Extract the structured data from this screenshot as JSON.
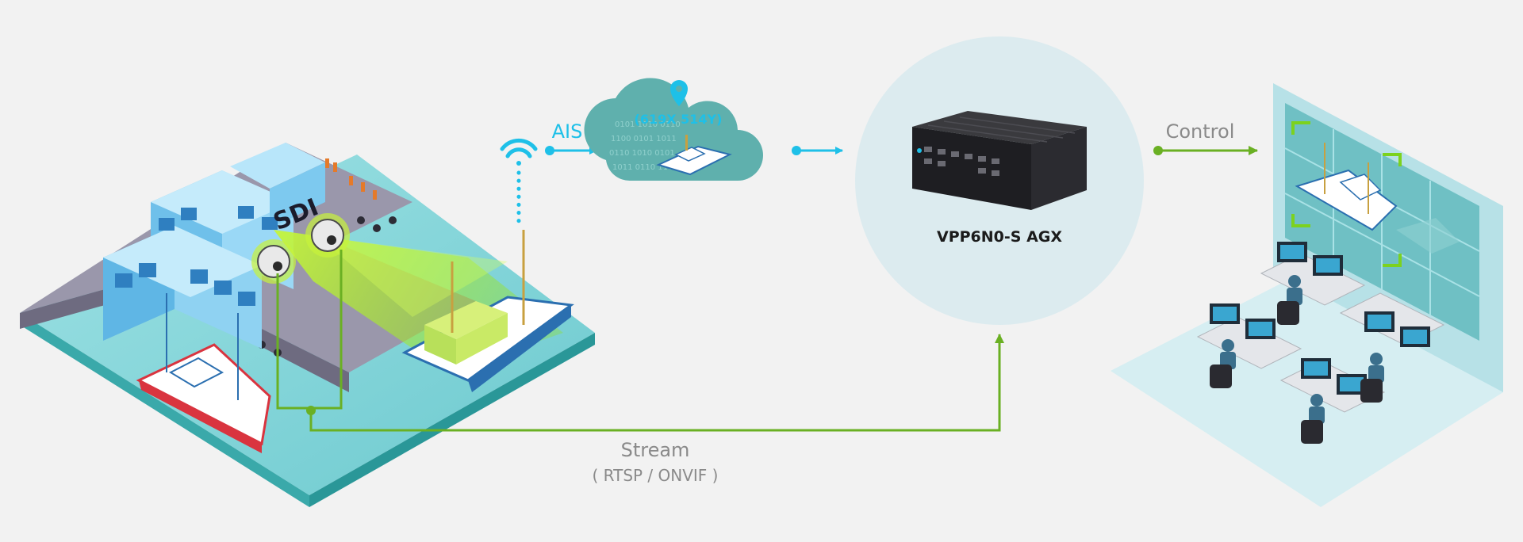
{
  "labels": {
    "ais": "AIS",
    "coordinates": "(619X 514Y)",
    "device_name": "VPP6N0-S AGX",
    "control": "Control",
    "stream": "Stream",
    "stream_protocols": "( RTSP / ONVIF )",
    "building_sign": "SDI"
  },
  "colors": {
    "background": "#f2f2f2",
    "ais_arrow": "#1ec0e8",
    "stream_line": "#6ab023",
    "control_arrow": "#6ab023",
    "cloud": "#5fb0ad",
    "device_circle": "#dcebef",
    "water": "#7dd3d8",
    "pier": "#8e8ba0",
    "building": "#8fd2f2",
    "camera_glow": "#b6f03a",
    "video_wall": "#a9dde3"
  },
  "icons": {
    "wifi": "wifi-icon",
    "location_pin": "location-pin-icon",
    "cloud": "cloud-icon",
    "edge_device": "edge-computer-icon",
    "camera": "dome-camera-icon",
    "video_wall": "video-wall-icon",
    "operators": "operator-desk-icon"
  }
}
